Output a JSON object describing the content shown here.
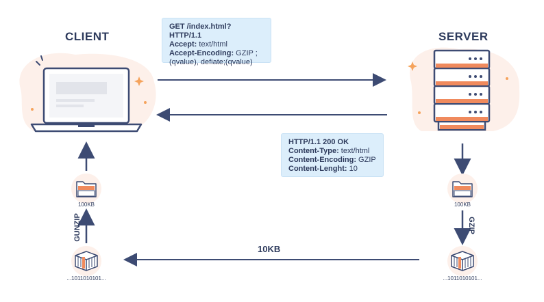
{
  "client": {
    "title": "CLIENT"
  },
  "server": {
    "title": "SERVER"
  },
  "request": {
    "line1": "GET /index.html? HTTP/1.1",
    "accept_key": "Accept:",
    "accept_val": " text/html",
    "enc_key": "Accept-Encoding:",
    "enc_val": " GZIP ;",
    "line4": "(qvalue), defiate;(qvalue)"
  },
  "response": {
    "line1": "HTTP/1.1 200 OK",
    "type_key": "Content-Type:",
    "type_val": " text/html",
    "enc_key": "Content-Encoding:",
    "enc_val": " GZIP",
    "len_key": "Content-Lenght:",
    "len_val": " 10"
  },
  "left_file_label": "100KB",
  "right_file_label": "100KB",
  "left_binary_label": "...1011010101...",
  "right_binary_label": "...1011010101...",
  "gunzip_label": "GUNZIP",
  "gzip_label": "GZIP",
  "transfer_label": "10KB",
  "colors": {
    "arrow": "#3d4b73",
    "box_bg": "#dceefb",
    "accent_orange": "#f08a5d",
    "blob": "#fdf0ea"
  }
}
